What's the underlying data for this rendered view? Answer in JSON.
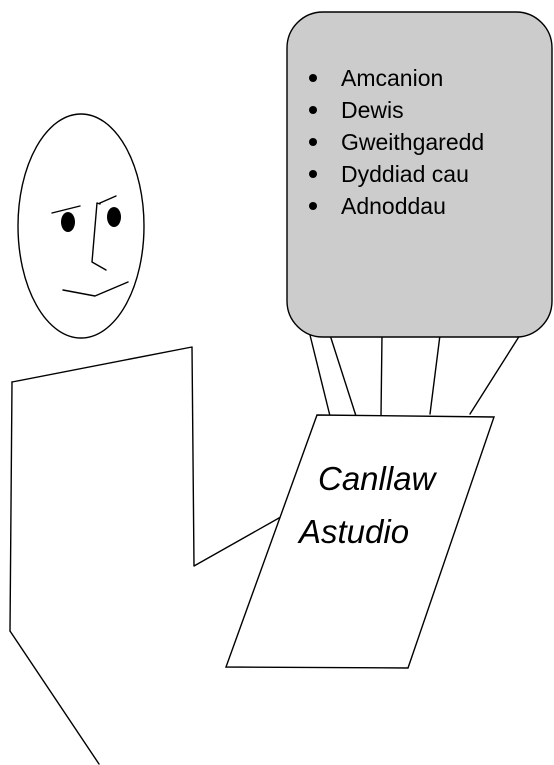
{
  "bubble": {
    "items": [
      "Amcanion",
      "Dewis",
      "Gweithgaredd",
      "Dyddiad cau",
      "Adnoddau"
    ]
  },
  "document": {
    "title_line1": "Canllaw",
    "title_line2": "Astudio"
  },
  "colors": {
    "bubble_fill": "#cccccc",
    "ink": "#000000",
    "paper": "#ffffff"
  }
}
